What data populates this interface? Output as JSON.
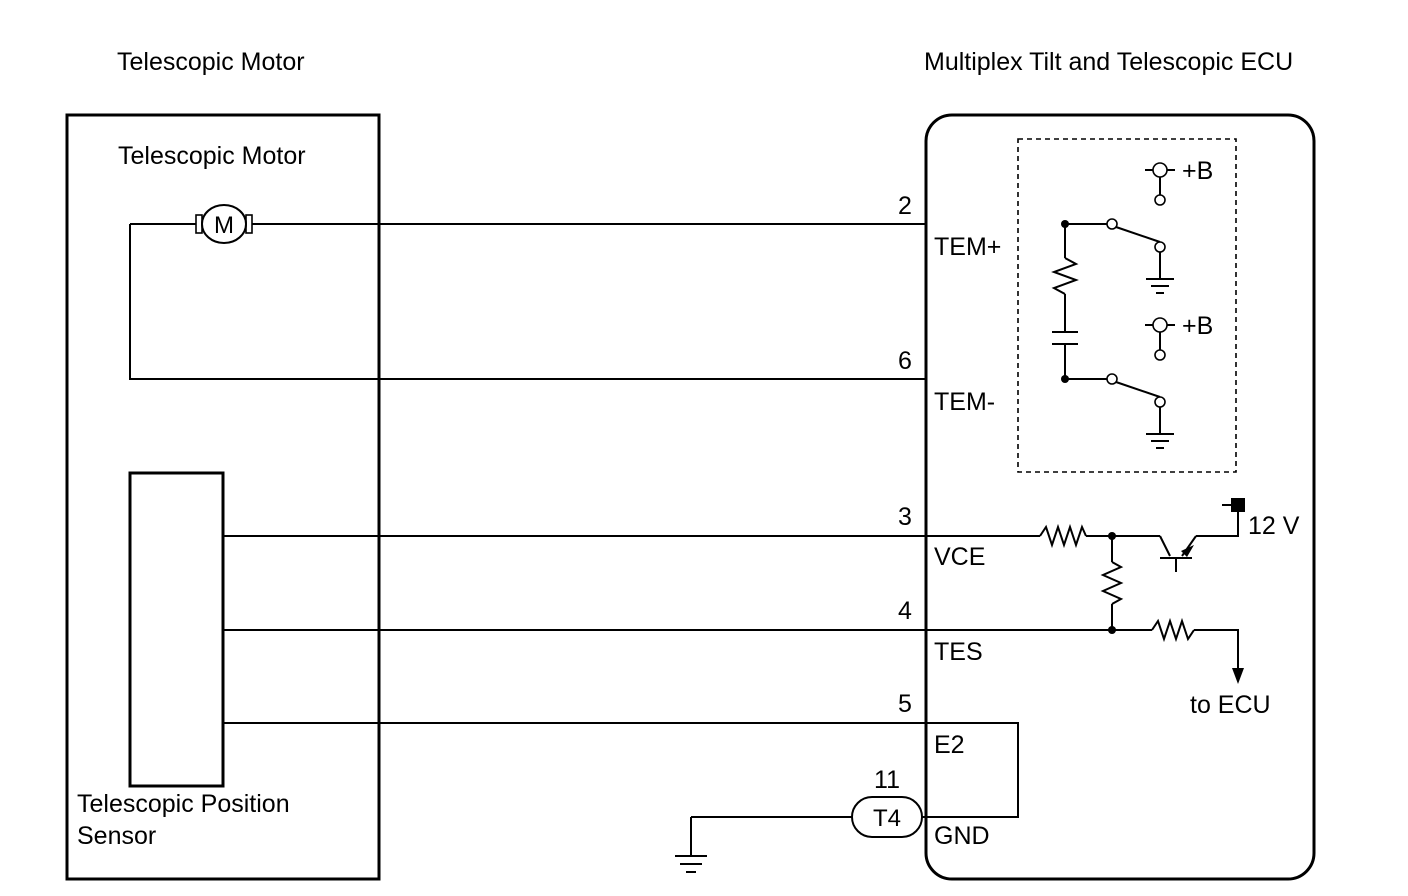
{
  "titles": {
    "left": "Telescopic Motor",
    "right": "Multiplex Tilt and Telescopic ECU"
  },
  "motor": {
    "label": "Telescopic Motor",
    "symbol": "M"
  },
  "sensor": {
    "label_line1": "Telescopic Position",
    "label_line2": "Sensor"
  },
  "pins": [
    {
      "number": "2",
      "name": "TEM+"
    },
    {
      "number": "6",
      "name": "TEM-"
    },
    {
      "number": "3",
      "name": "VCE"
    },
    {
      "number": "4",
      "name": "TES"
    },
    {
      "number": "5",
      "name": "E2"
    },
    {
      "number": "11",
      "name": "GND"
    }
  ],
  "connector": "T4",
  "supply": {
    "plus_b_1": "+B",
    "plus_b_2": "+B",
    "voltage": "12 V"
  },
  "to_ecu": "to ECU"
}
